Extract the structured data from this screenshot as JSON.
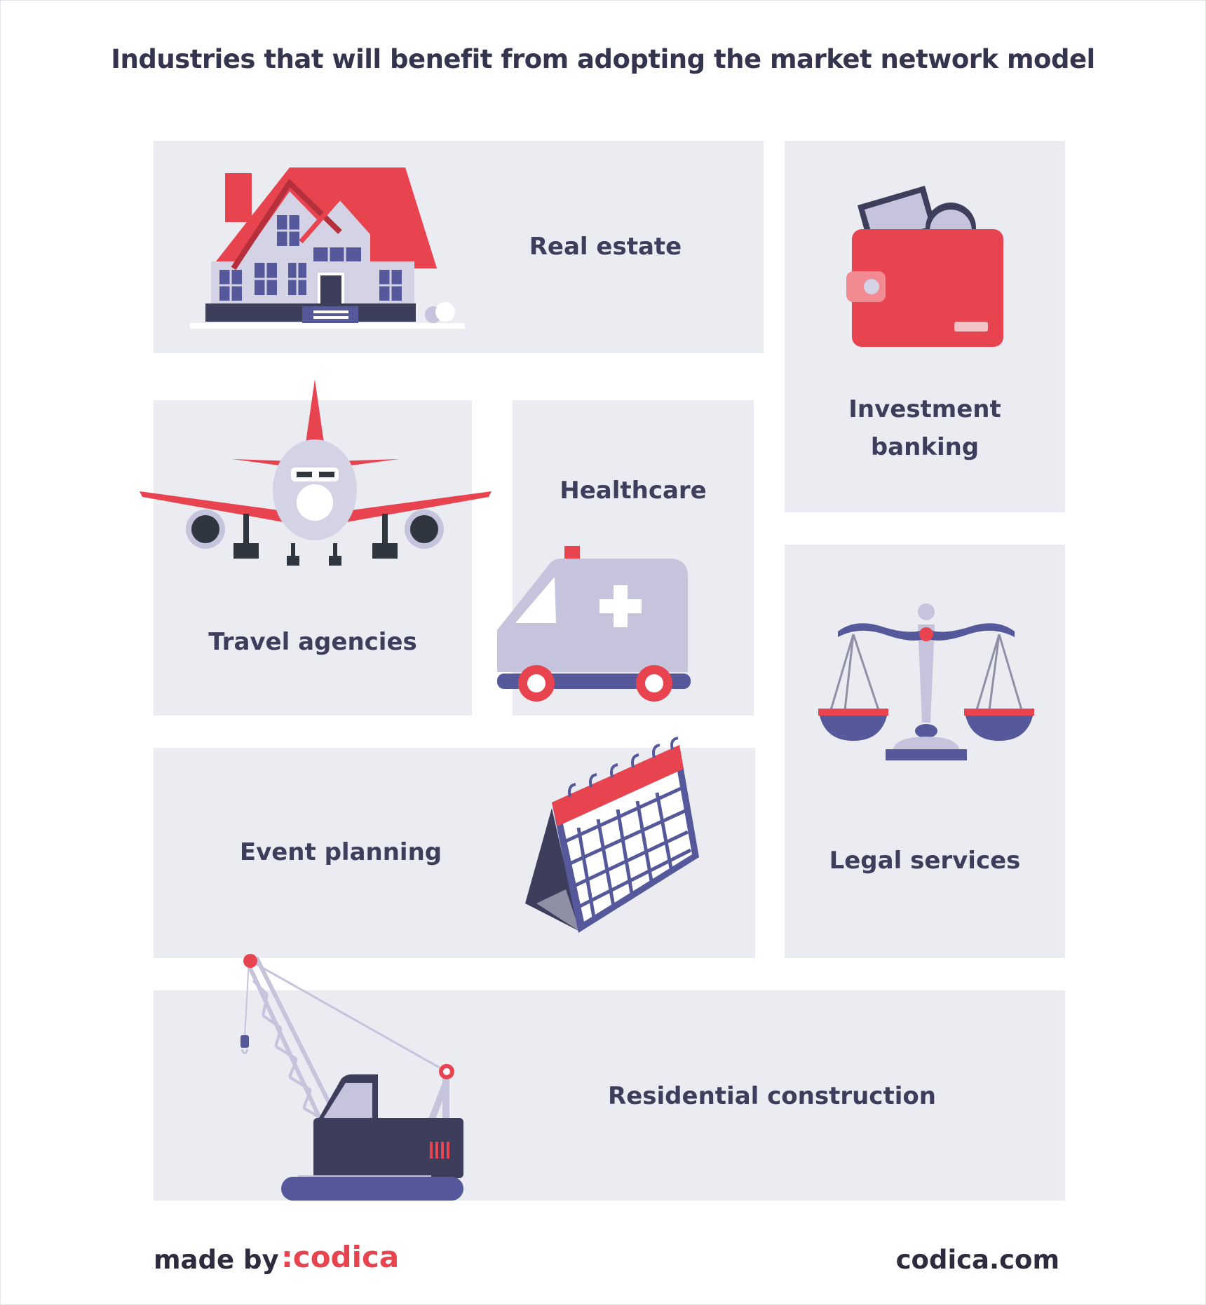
{
  "title": "Industries that will benefit from adopting the market network model",
  "cards": {
    "real_estate": "Real estate",
    "investment_banking_line1": "Investment",
    "investment_banking_line2": "banking",
    "travel_agencies": "Travel agencies",
    "healthcare": "Healthcare",
    "event_planning": "Event planning",
    "legal_services": "Legal services",
    "residential_construction": "Residential construction"
  },
  "footer": {
    "made_by": "made by",
    "brand": ":codica",
    "site": "codica.com"
  },
  "colors": {
    "card_bg": "#ebebf2",
    "accent_red": "#e84450",
    "dark_navy": "#3d3d5c",
    "indigo": "#55589a",
    "lavender": "#c5c4dc"
  },
  "icons": [
    "house-icon",
    "wallet-icon",
    "airplane-icon",
    "ambulance-icon",
    "scales-icon",
    "calendar-icon",
    "crane-icon"
  ]
}
